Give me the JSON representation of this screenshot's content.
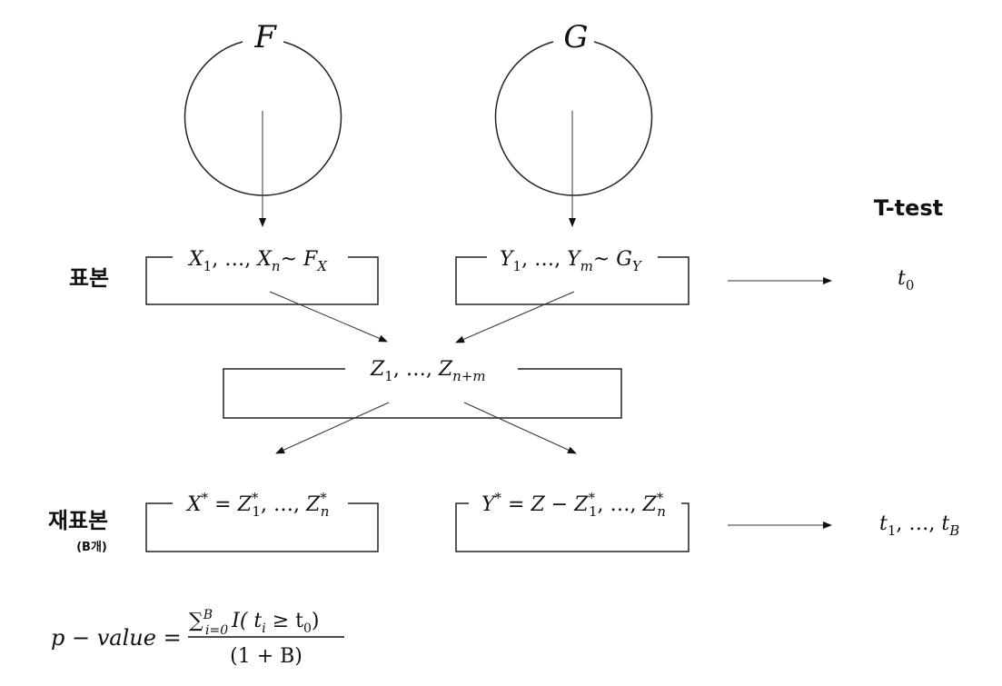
{
  "distributions": {
    "left": "F",
    "right": "G"
  },
  "header": {
    "test_label": "T-test"
  },
  "rows": {
    "sample_label": "표본",
    "resample_label": "재표본",
    "resample_count": "(B개)"
  },
  "boxes": {
    "sample_x": {
      "var": "X",
      "dots": "…",
      "last": "X",
      "n": "n",
      "dist": "F",
      "dist_sub": "X"
    },
    "sample_y": {
      "var": "Y",
      "dots": "…",
      "last": "Y",
      "m": "m",
      "dist": "G",
      "dist_sub": "Y"
    },
    "pooled": {
      "var": "Z",
      "dots": "…",
      "sub_last": "n+m"
    },
    "resample_x": {
      "lhs": "X",
      "rhs": "Z",
      "dots": "…",
      "sub_last": "n"
    },
    "resample_y": {
      "lhs": "Y",
      "rhs": "Z − Z",
      "dots": "…",
      "sub_last": "n"
    }
  },
  "outputs": {
    "t0": {
      "base": "t",
      "sub": "0"
    },
    "tB": {
      "base": "t",
      "first_sub": "1",
      "dots": "…",
      "last_sub": "B"
    }
  },
  "formula": {
    "lhs": "p − value =",
    "sum_upper": "B",
    "sum_lower": "i=0",
    "numerator_body": "I( t",
    "numerator_sub": "i",
    "numerator_rest": " ≥ t",
    "numerator_sub0": "0",
    "numerator_close": ")",
    "denominator": "(1 + B)"
  }
}
